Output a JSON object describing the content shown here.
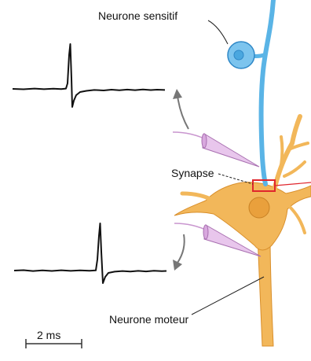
{
  "labels": {
    "sensory_neuron": "Neurone sensitif",
    "synapse": "Synapse",
    "motor_neuron": "Neurone moteur",
    "scale": "2 ms"
  },
  "colors": {
    "sensory": "#5ab4e6",
    "sensory_outline": "#2f88c7",
    "motor": "#f2b75a",
    "motor_outline": "#d98f2b",
    "electrode": "#c996cf",
    "synapse_box": "#e0262d",
    "trace": "#111111"
  }
}
